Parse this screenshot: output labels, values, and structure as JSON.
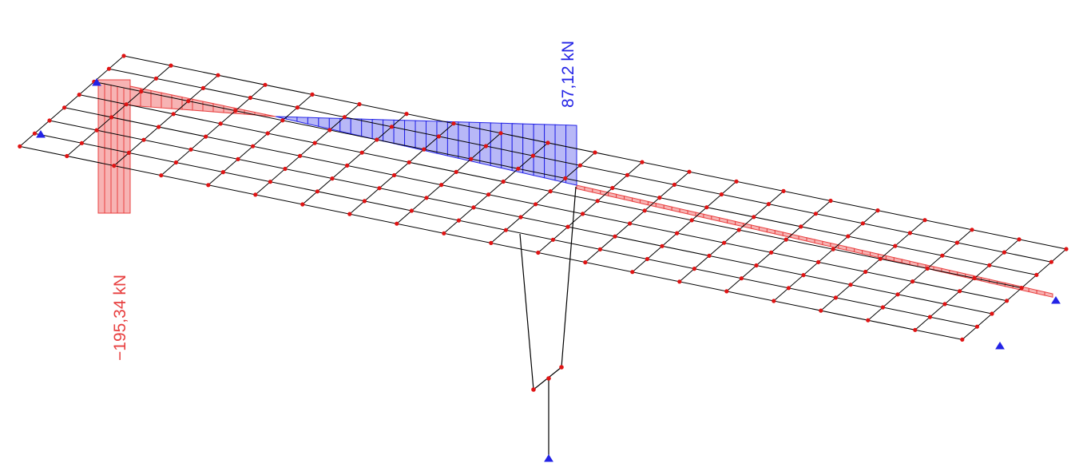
{
  "view": {
    "kind": "3D structural model - shear force diagram"
  },
  "labels": {
    "max_value": "87,12 kN",
    "min_value": "−195,34 kN"
  },
  "colors": {
    "background": "#ffffff",
    "grid_lines": "#000000",
    "nodes": "#e01414",
    "negative_diagram": "#e84040",
    "negative_fill": "#f7b3b3",
    "positive_diagram": "#2323e6",
    "positive_fill": "#b8b8f7",
    "supports": "#2323e6"
  },
  "diagram": {
    "negative_extreme_kN": -195.34,
    "positive_extreme_kN": 87.12
  }
}
